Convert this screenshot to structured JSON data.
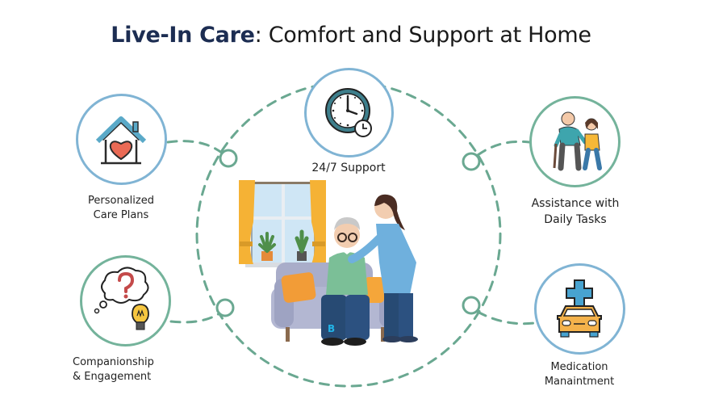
{
  "title": {
    "highlight": "Live-In Care",
    "rest": ": Comfort and Support at Home"
  },
  "colors": {
    "brand_navy": "#1c2d52",
    "ring_blue": "#80b4d4",
    "ring_green": "#74b39b",
    "dash_green": "#6aa891"
  },
  "center": {
    "illustration": "caregiver-with-elderly-man-on-sofa",
    "watermark": "B"
  },
  "features": [
    {
      "id": "personalized",
      "line1": "Personalized",
      "line2": "Care Plans",
      "icon": "house-heart-icon",
      "ring": "blue"
    },
    {
      "id": "support",
      "line1": "24/7 Support",
      "line2": "",
      "icon": "clock-icon",
      "ring": "blue"
    },
    {
      "id": "assistance",
      "line1": "Assistance with",
      "line2": "Daily Tasks",
      "icon": "elderly-walking-assist-icon",
      "ring": "green"
    },
    {
      "id": "companionship",
      "line1": "Companionship",
      "line2": "& Engagement",
      "icon": "thought-bubble-lightbulb-icon",
      "ring": "green"
    },
    {
      "id": "medication",
      "line1": "Medication",
      "line2": "Manaintment",
      "icon": "medical-car-icon",
      "ring": "blue"
    }
  ]
}
